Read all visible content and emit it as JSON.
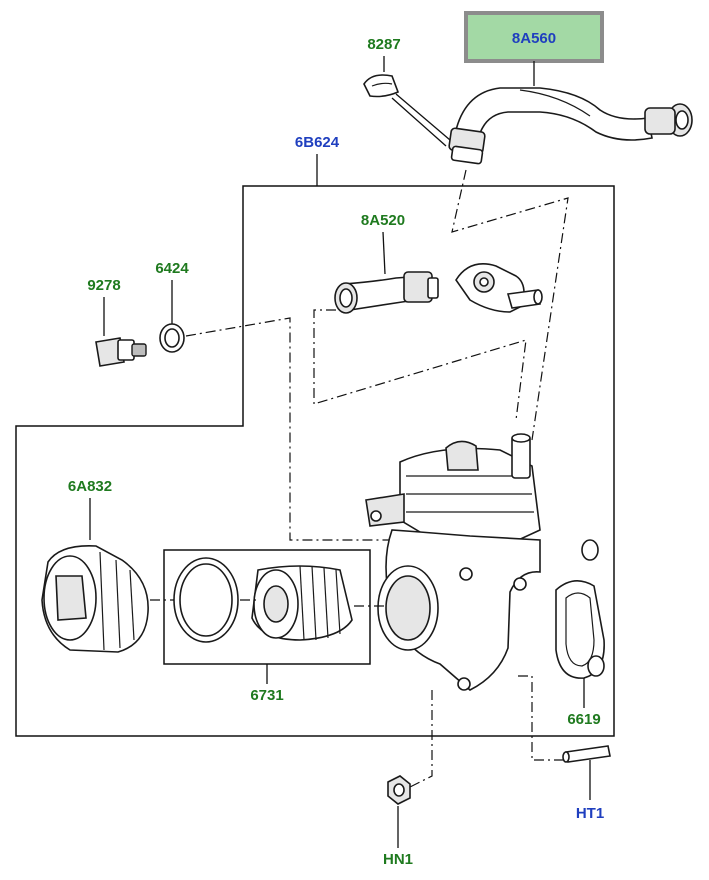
{
  "labels": {
    "l8287": "8287",
    "l8A560": "8A560",
    "l6B624": "6B624",
    "l8A520": "8A520",
    "l9278": "9278",
    "l6424": "6424",
    "l6A832": "6A832",
    "l6731": "6731",
    "l6619": "6619",
    "lHT1": "HT1",
    "lHN1": "HN1"
  },
  "colors": {
    "label_green": "#1f7a1f",
    "label_blue": "#1f3fbf",
    "highlight_fill": "#a3d9a5",
    "highlight_border": "#8c8c8c"
  }
}
